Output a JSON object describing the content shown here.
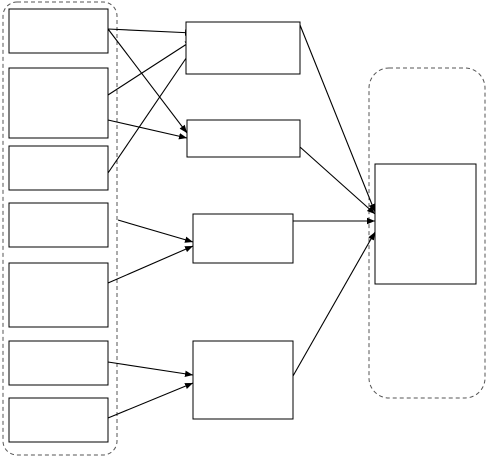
{
  "diagram": {
    "type": "flow",
    "groups": [
      {
        "id": "left-group",
        "members": [
          "in-1",
          "in-2",
          "in-3",
          "in-4",
          "in-5",
          "in-6",
          "in-7"
        ]
      },
      {
        "id": "right-group",
        "members": [
          "out-1"
        ]
      }
    ],
    "nodes": [
      {
        "id": "in-1",
        "label": ""
      },
      {
        "id": "in-2",
        "label": ""
      },
      {
        "id": "in-3",
        "label": ""
      },
      {
        "id": "in-4",
        "label": ""
      },
      {
        "id": "in-5",
        "label": ""
      },
      {
        "id": "in-6",
        "label": ""
      },
      {
        "id": "in-7",
        "label": ""
      },
      {
        "id": "mid-1",
        "label": ""
      },
      {
        "id": "mid-2",
        "label": ""
      },
      {
        "id": "mid-3",
        "label": ""
      },
      {
        "id": "mid-4",
        "label": ""
      },
      {
        "id": "out-1",
        "label": ""
      }
    ],
    "edges": [
      {
        "from": "in-1",
        "to": "mid-1"
      },
      {
        "from": "in-1",
        "to": "mid-2"
      },
      {
        "from": "in-2",
        "to": "mid-1"
      },
      {
        "from": "in-3",
        "to": "mid-1"
      },
      {
        "from": "in-2",
        "to": "mid-2"
      },
      {
        "from": "in-4",
        "to": "mid-3"
      },
      {
        "from": "in-5",
        "to": "mid-3"
      },
      {
        "from": "in-6",
        "to": "mid-4"
      },
      {
        "from": "in-7",
        "to": "mid-4"
      },
      {
        "from": "mid-1",
        "to": "out-1"
      },
      {
        "from": "mid-2",
        "to": "out-1"
      },
      {
        "from": "mid-3",
        "to": "out-1"
      },
      {
        "from": "mid-4",
        "to": "out-1"
      }
    ]
  }
}
